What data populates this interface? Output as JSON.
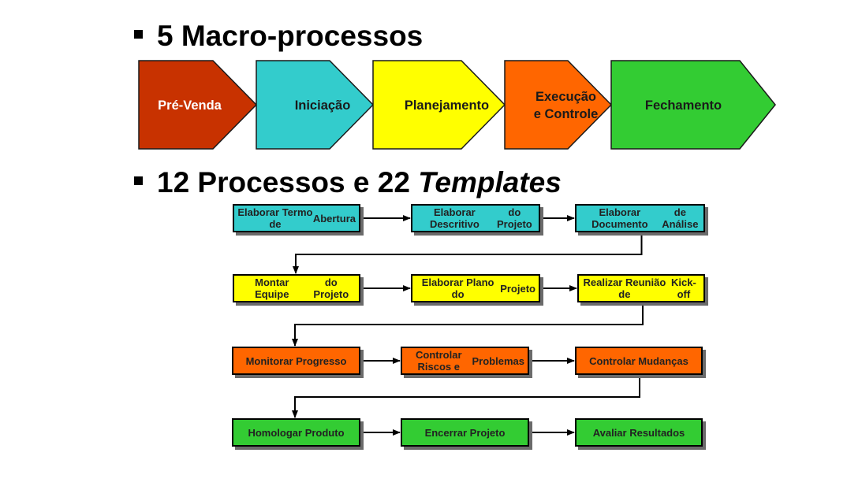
{
  "headings": {
    "macro": {
      "number": "5",
      "text": "Macro-processos"
    },
    "processes": {
      "prefix": "12 Processos e 22 ",
      "emphasis": "Templates"
    }
  },
  "colors": {
    "pre_venda": "#c83200",
    "iniciacao": "#33cccc",
    "planejamento": "#ffff00",
    "execucao": "#ff6600",
    "fechamento": "#33cc33"
  },
  "macro_processes": [
    {
      "lines": [
        "Pré-Venda"
      ],
      "color": "#c83200",
      "light_text": true
    },
    {
      "lines": [
        "Iniciação"
      ],
      "color": "#33cccc",
      "light_text": false
    },
    {
      "lines": [
        "Planejamento"
      ],
      "color": "#ffff00",
      "light_text": false
    },
    {
      "lines": [
        "Execução",
        "e Controle"
      ],
      "color": "#ff6600",
      "light_text": false
    },
    {
      "lines": [
        "Fechamento"
      ],
      "color": "#33cc33",
      "light_text": false
    }
  ],
  "process_rows": [
    {
      "color": "#33cccc",
      "boxes": [
        {
          "lines": [
            "Elaborar Termo de",
            "Abertura"
          ]
        },
        {
          "lines": [
            "Elaborar Descritivo",
            "do Projeto"
          ]
        },
        {
          "lines": [
            "Elaborar Documento",
            "de Análise"
          ]
        }
      ]
    },
    {
      "color": "#ffff00",
      "boxes": [
        {
          "lines": [
            "Montar Equipe",
            "do Projeto"
          ]
        },
        {
          "lines": [
            "Elaborar Plano do",
            "Projeto"
          ]
        },
        {
          "lines": [
            "Realizar Reunião de",
            "Kick-off"
          ]
        }
      ]
    },
    {
      "color": "#ff6600",
      "boxes": [
        {
          "lines": [
            "Monitorar Progresso"
          ]
        },
        {
          "lines": [
            "Controlar Riscos e",
            "Problemas"
          ]
        },
        {
          "lines": [
            "Controlar Mudanças"
          ]
        }
      ]
    },
    {
      "color": "#33cc33",
      "boxes": [
        {
          "lines": [
            "Homologar Produto"
          ]
        },
        {
          "lines": [
            "Encerrar Projeto"
          ]
        },
        {
          "lines": [
            "Avaliar Resultados"
          ]
        }
      ]
    }
  ]
}
